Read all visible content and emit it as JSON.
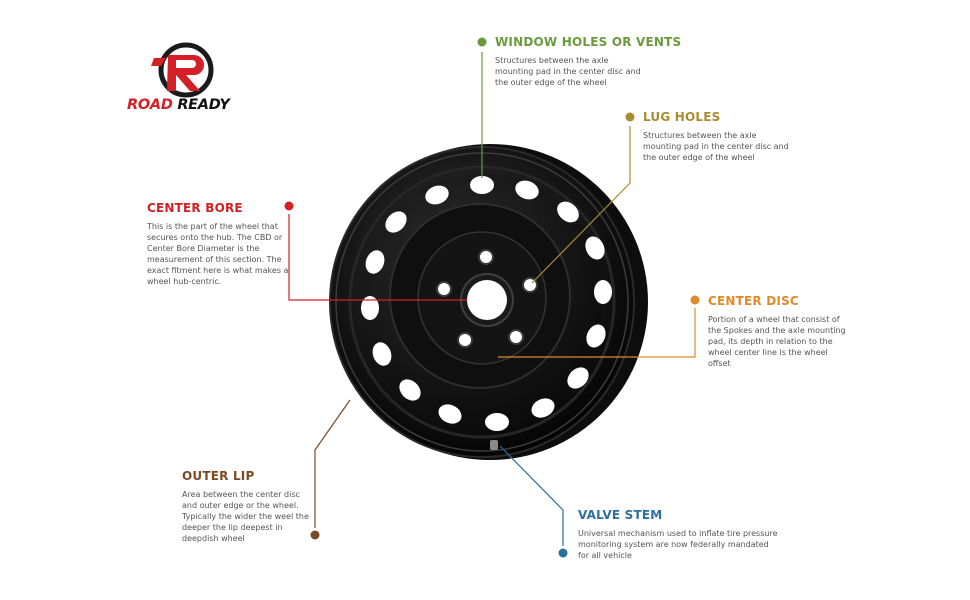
{
  "brand": {
    "word1": "ROAD",
    "word2": "READY",
    "red": "#d32026",
    "dark": "#111111"
  },
  "callouts": {
    "window_holes": {
      "title": "WINDOW HOLES OR VENTS",
      "body": "Structures between the axle mounting pad in the center disc and the outer edge of the wheel",
      "color": "#6a9a3c"
    },
    "lug_holes": {
      "title": "LUG HOLES",
      "body": "Structures between the axle mounting pad in the center disc and the outer edge of the wheel",
      "color": "#a98c2e"
    },
    "center_bore": {
      "title": "CENTER BORE",
      "body": "This is the part of the wheel that secures onto the hub. The CBD or Center Bore Diameter is the measurement of this section. The exact fitment here is what makes a wheel hub-centric.",
      "color": "#d32026"
    },
    "center_disc": {
      "title": "CENTER DISC",
      "body": "Portion of a wheel that consist of the Spokes and the axle mounting pad, its depth in relation to the wheel center line is the wheel offset",
      "color": "#e08a2a"
    },
    "outer_lip": {
      "title": "OUTER LIP",
      "body": "Area between the center disc and outer edge or the wheel. Typically the wider the weel the deeper the lip deepest in deepdish wheel",
      "color": "#7a4a22"
    },
    "valve_stem": {
      "title": "VALVE STEM",
      "body": "Universal mechanism used to inflate tire pressure monitoring system are now federally mandated for all vehicle",
      "color": "#2a6f9e"
    }
  }
}
